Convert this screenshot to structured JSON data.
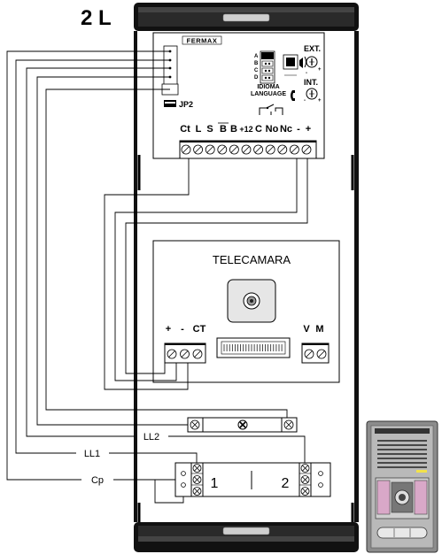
{
  "title": "2 L",
  "brand": "FERMAX",
  "jumper": "JP2",
  "dip": {
    "letters": [
      "A",
      "B",
      "C",
      "D"
    ],
    "label_1": "IDIOMA",
    "label_2": "LANGUAGE"
  },
  "volume": {
    "ext": "EXT.",
    "int": "INT.",
    "plus": "+",
    "minus": "-"
  },
  "terminals": [
    "Ct",
    "L",
    "S",
    "B",
    "B",
    "+12",
    "C",
    "No",
    "Nc",
    "-",
    "+"
  ],
  "camera": {
    "title": "TELECAMARA",
    "left_terminals": [
      "+",
      "-",
      "CT"
    ],
    "right_terminals": [
      "V",
      "M"
    ]
  },
  "bus": {
    "labels": [
      "LL2",
      "LL1",
      "Cp"
    ],
    "terminal_1": "1",
    "terminal_2": "2"
  }
}
